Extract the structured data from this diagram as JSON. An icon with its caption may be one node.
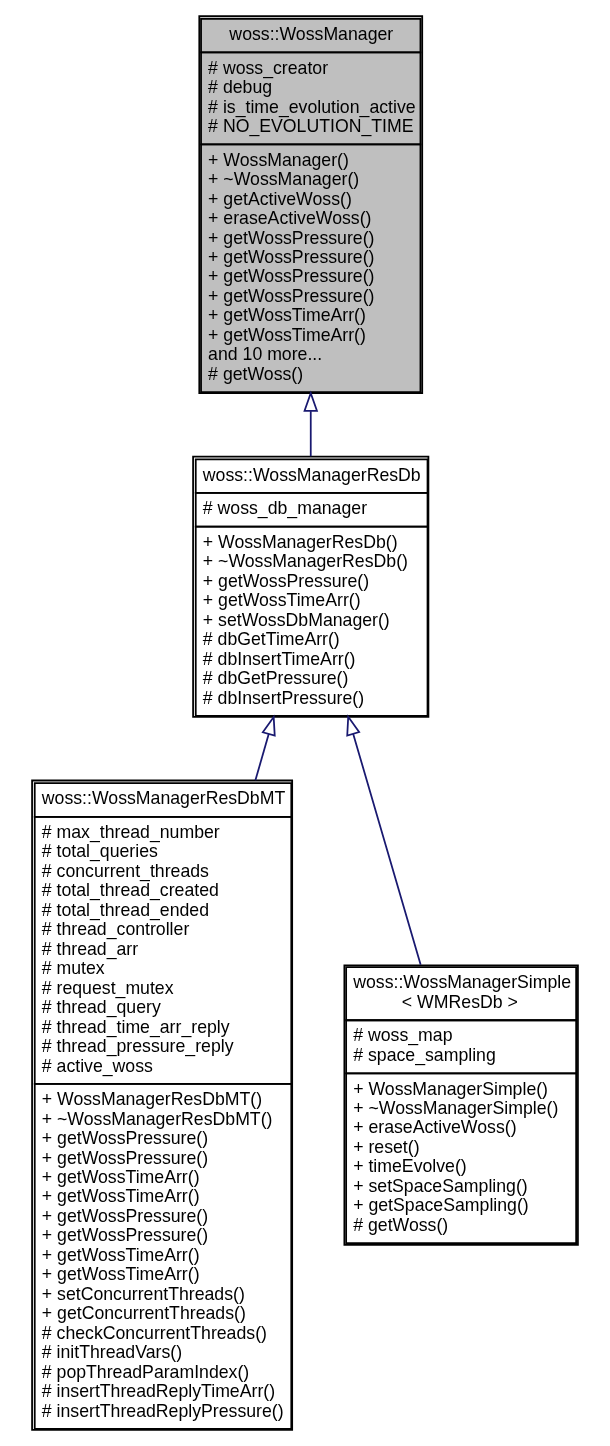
{
  "diagram": {
    "nodes": [
      {
        "text": [
          "woss::WossManager",
          "# woss_creator # debug # is_time_evolution_active # NO_EVOLUTION_TIME",
          "+ WossManager() + ~WossManager() + getActiveWoss() + eraseActiveWoss() + getWossPressure() + getWossPressure() + getWossPressure() + getWossPressure() + getWossTimeArr() + getWossTimeArr() and 10 more... # getWoss()"
        ]
      },
      {
        "text": [
          "woss::WossManagerResDb",
          "# woss_db_manager",
          "+ WossManagerResDb() + ~WossManagerResDb() + getWossPressure() + getWossTimeArr() + setWossDbManager() # dbGetTimeArr() # dbInsertTimeArr() # dbGetPressure() # dbInsertPressure()"
        ]
      },
      {
        "text": [
          "woss::WossManagerResDbMT",
          "# max_thread_number # total_queries # concurrent_threads # total_thread_created # total_thread_ended # thread_controller # thread_arr # mutex # request_mutex # thread_query # thread_time_arr_reply # thread_pressure_reply # active_woss",
          "+ WossManagerResDbMT() + ~WossManagerResDbMT() + getWossPressure() + getWossPressure() + getWossTimeArr() + getWossTimeArr() + getWossPressure() + getWossPressure() + getWossTimeArr() + getWossTimeArr() + setConcurrentThreads() + getConcurrentThreads() # checkConcurrentThreads() # initThreadVars() # popThreadParamIndex() # insertThreadReplyTimeArr() # insertThreadReplyPressure()"
        ]
      },
      {
        "text": [
          "woss::WossManagerSimple < WMResDb >",
          "# woss_map # space_sampling",
          "+ WossManagerSimple() + ~WossManagerSimple() + eraseActiveWoss() + reset() + timeEvolve() + setSpaceSampling() + getSpaceSampling() # getWoss()"
        ]
      }
    ],
    "edges": [
      {
        "from": 1,
        "to": 0,
        "arrow": "to"
      },
      {
        "from": 2,
        "to": 1,
        "arrow": "to"
      },
      {
        "from": 3,
        "to": 1,
        "arrow": "to"
      }
    ]
  }
}
